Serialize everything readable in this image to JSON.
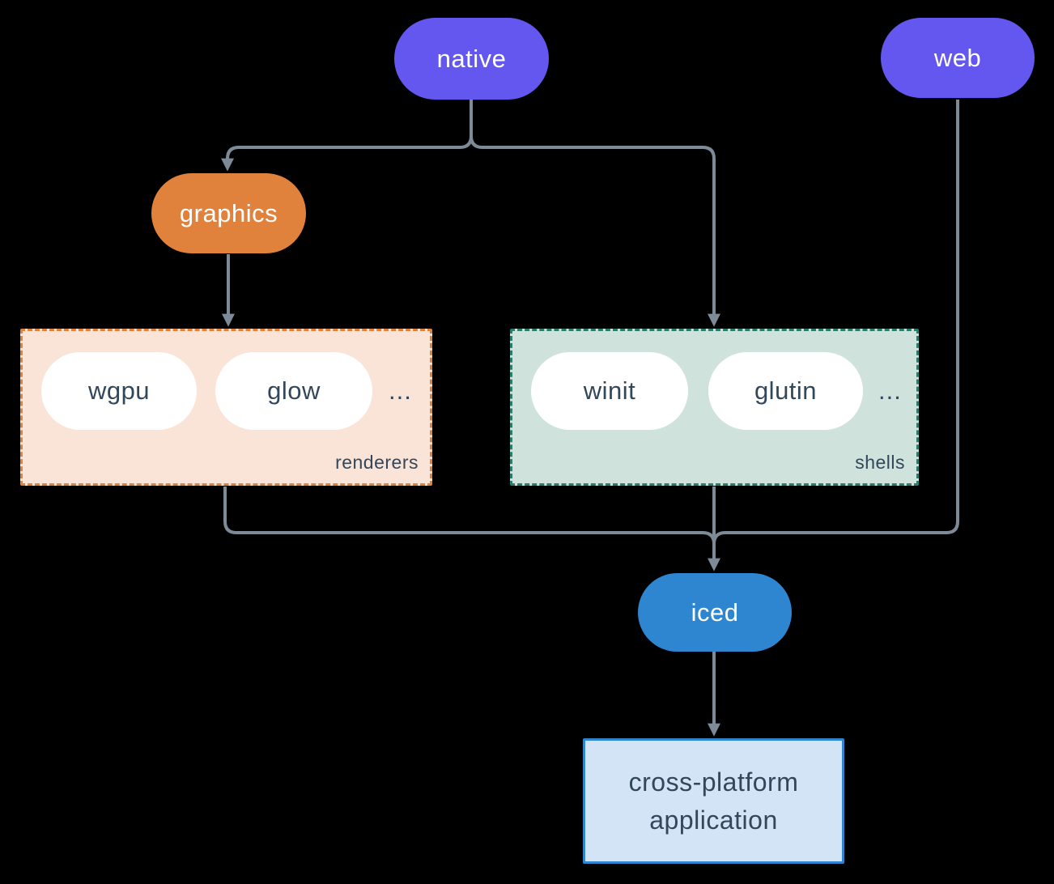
{
  "colors": {
    "background": "#000000",
    "connector": "#7d8b99",
    "purple_node": "#6457f0",
    "orange_node": "#e0823c",
    "blue_node": "#2e86d0",
    "renderers_bg": "#fae3d7",
    "renderers_border": "#e0823c",
    "shells_bg": "#cfe2dc",
    "shells_border": "#2a7d6d",
    "app_bg": "#d2e4f5",
    "app_border": "#2e86d0",
    "dark_text": "#33475b",
    "light_text": "#ffffff"
  },
  "nodes": {
    "native": {
      "label": "native"
    },
    "web": {
      "label": "web"
    },
    "graphics": {
      "label": "graphics"
    },
    "iced": {
      "label": "iced"
    },
    "application": {
      "line1": "cross-platform",
      "line2": "application"
    }
  },
  "groups": {
    "renderers": {
      "label": "renderers",
      "items": [
        "wgpu",
        "glow"
      ],
      "ellipsis": "..."
    },
    "shells": {
      "label": "shells",
      "items": [
        "winit",
        "glutin"
      ],
      "ellipsis": "..."
    }
  }
}
